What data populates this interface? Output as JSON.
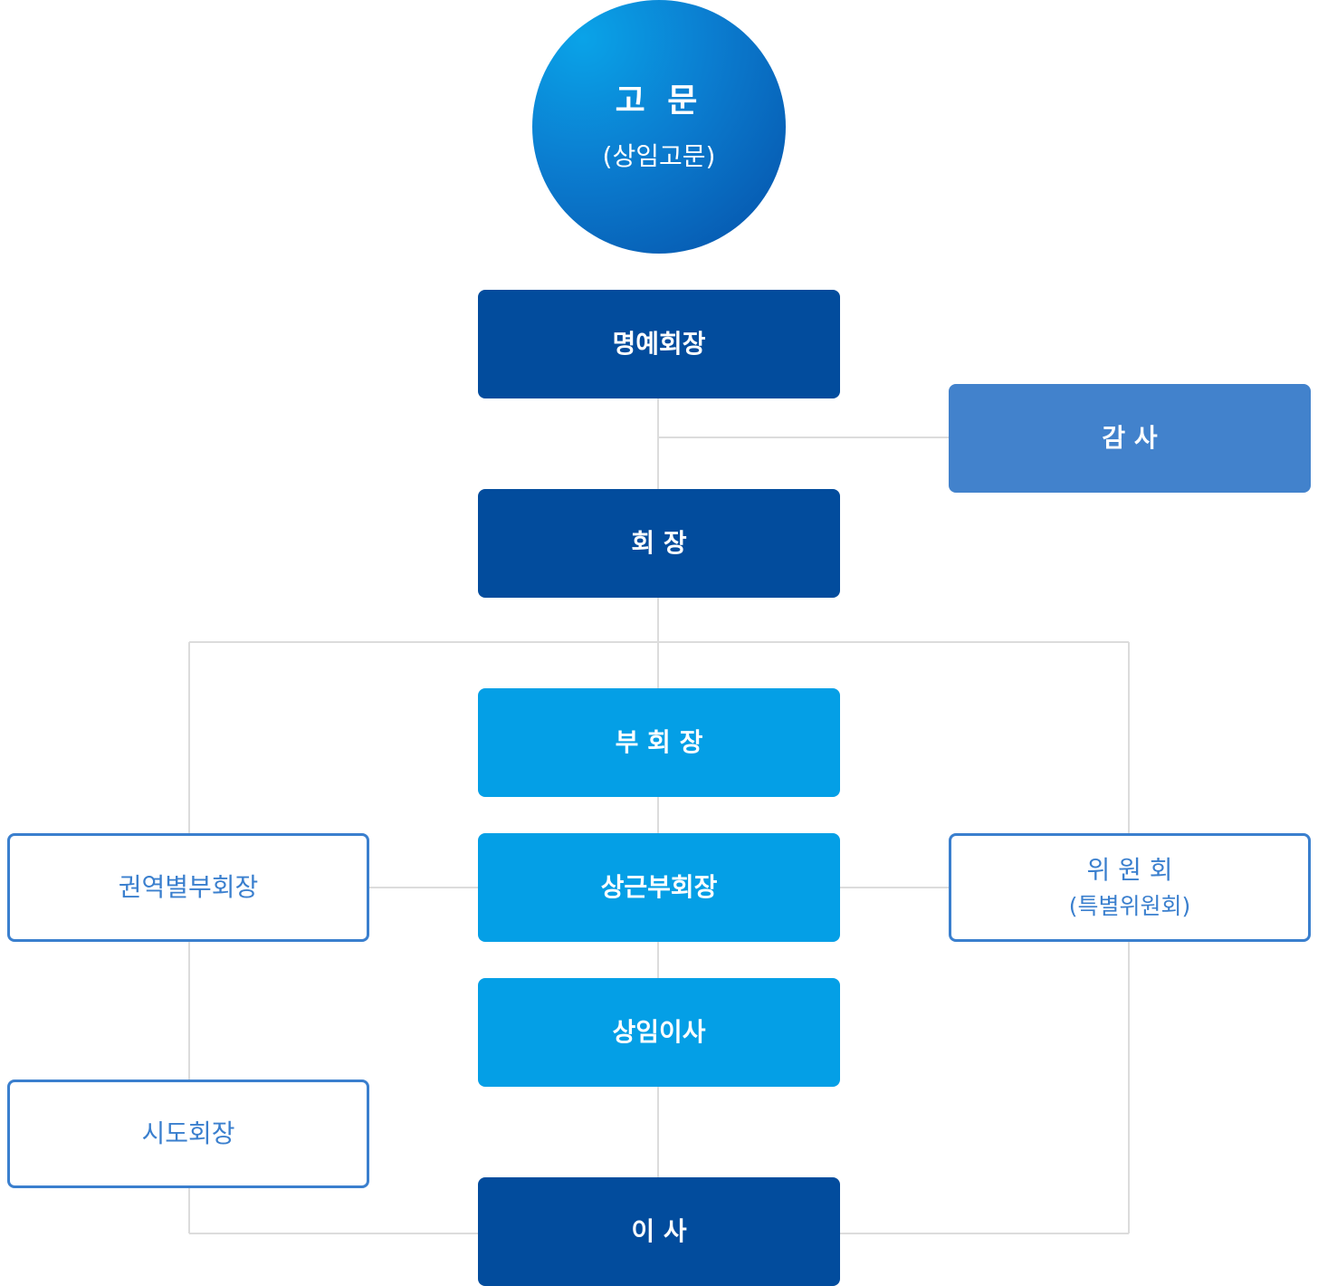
{
  "nodes": {
    "advisor": {
      "title": "고 문",
      "subtitle": "(상임고문)"
    },
    "honorary_chairman": {
      "label": "명예회장"
    },
    "auditor": {
      "label": "감 사"
    },
    "chairman": {
      "label": "회 장"
    },
    "vice_chairman": {
      "label": "부 회 장"
    },
    "standing_vice_chairman": {
      "label": "상근부회장"
    },
    "regional_vice_chairman": {
      "label": "권역별부회장"
    },
    "committee": {
      "title": "위 원 회",
      "subtitle": "(특별위원회)"
    },
    "standing_director": {
      "label": "상임이사"
    },
    "provincial_chairman": {
      "label": "시도회장"
    },
    "director": {
      "label": "이 사"
    }
  },
  "colors": {
    "dark_blue": "#024c9d",
    "light_blue": "#049fe6",
    "mid_blue": "#4282cc",
    "outline_blue": "#3a7fce",
    "connector": "#dcdcdc"
  }
}
